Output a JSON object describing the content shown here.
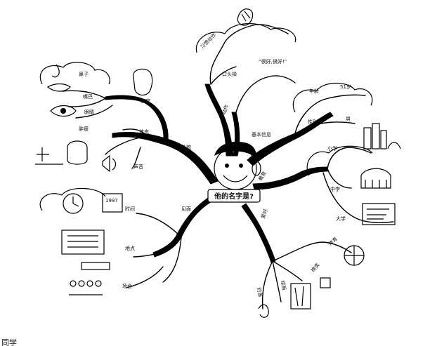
{
  "mindmap": {
    "center": "他的名字是?",
    "branches": {
      "appearance": "外貌",
      "features": "五官",
      "nose": "鼻子",
      "mouth": "嘴巴",
      "eyes": "眼睛",
      "body": "体态",
      "build": "胖瘦",
      "voice": "声音",
      "habit": "习惯动作",
      "catchphrase": "口头禅",
      "catchphrase_quote": "“很好,很好!”",
      "small_acts": "小动作",
      "basics": "基本信息",
      "age": "年龄",
      "age_value": "51岁",
      "gender": "性别",
      "gender_value": "男",
      "education": "教育",
      "primary": "小学",
      "middle": "中学",
      "university": "大学",
      "hobbies": "爱好",
      "sports": "体育",
      "chess": "棋类",
      "painting": "绘画",
      "fishing": "钓鱼",
      "meeting": "见面",
      "time": "时间",
      "place": "地点",
      "occasion": "场合"
    },
    "calendar_year": "1997",
    "corner_text": "同学"
  }
}
